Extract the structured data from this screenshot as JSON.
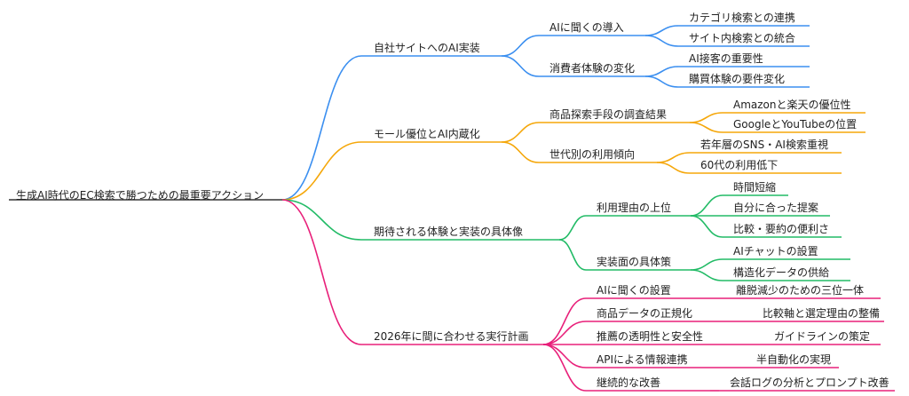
{
  "title": "生成AI時代のEC検索で勝つための最重要アクション",
  "branches": [
    {
      "color": "#3b8ff0",
      "label": "自社サイトへのAI実装",
      "children": [
        {
          "label": "AIに聞くの導入",
          "children": [
            "カテゴリ検索との連携",
            "サイト内検索との統合"
          ]
        },
        {
          "label": "消費者体験の変化",
          "children": [
            "AI接客の重要性",
            "購買体験の要件変化"
          ]
        }
      ]
    },
    {
      "color": "#f5a70a",
      "label": "モール優位とAI内蔵化",
      "children": [
        {
          "label": "商品探索手段の調査結果",
          "children": [
            "Amazonと楽天の優位性",
            "GoogleとYouTubeの位置"
          ]
        },
        {
          "label": "世代別の利用傾向",
          "children": [
            "若年層のSNS・AI検索重視",
            "60代の利用低下"
          ]
        }
      ]
    },
    {
      "color": "#22bb66",
      "label": "期待される体験と実装の具体像",
      "children": [
        {
          "label": "利用理由の上位",
          "children": [
            "時間短縮",
            "自分に合った提案",
            "比較・要約の便利さ"
          ]
        },
        {
          "label": "実装面の具体策",
          "children": [
            "AIチャットの設置",
            "構造化データの供給"
          ]
        }
      ]
    },
    {
      "color": "#e8207a",
      "label": "2026年に間に合わせる実行計画",
      "children": [
        {
          "label": "AIに聞くの設置",
          "children": [
            "離脱減少のための三位一体"
          ]
        },
        {
          "label": "商品データの正規化",
          "children": [
            "比較軸と選定理由の整備"
          ]
        },
        {
          "label": "推薦の透明性と安全性",
          "children": [
            "ガイドラインの策定"
          ]
        },
        {
          "label": "APIによる情報連携",
          "children": [
            "半自動化の実現"
          ]
        },
        {
          "label": "継続的な改善",
          "children": [
            "会話ログの分析とプロンプト改善"
          ]
        }
      ]
    }
  ]
}
